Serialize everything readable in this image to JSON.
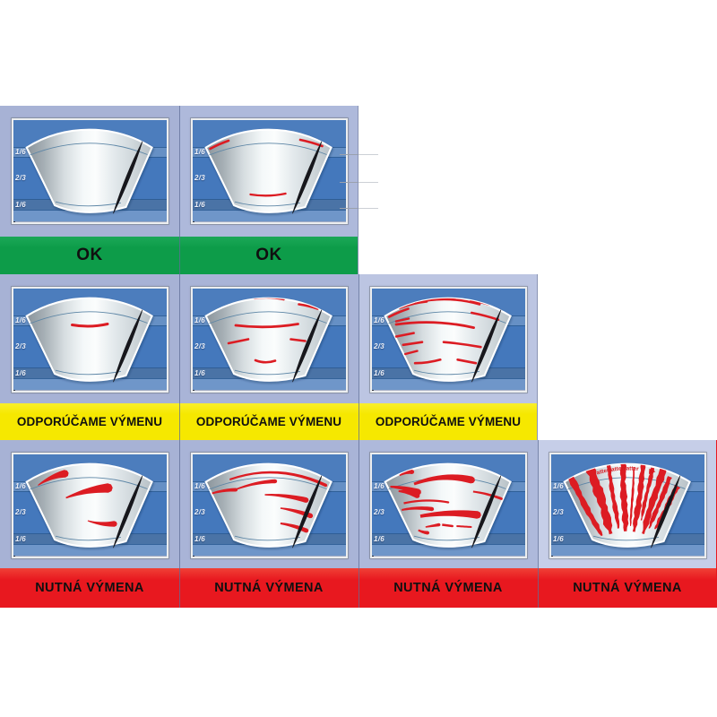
{
  "labels": {
    "ok": "OK",
    "warn": "ODPORÚČAME VÝMENU",
    "bad": "NUTNÁ VÝMENA",
    "zones": [
      "1/6",
      "2/3",
      "1/6"
    ],
    "ratter": "ratterratterratter"
  },
  "colors": {
    "ok_green_top": "#1ca858",
    "ok_green": "#0d9c49",
    "warn_yellow_top": "#f9ef2a",
    "warn_yellow": "#f6e800",
    "bad_red_top": "#f04036",
    "bad_red": "#e8181f",
    "mark_red": "#dc1c23",
    "cell_blue": "#a7b2d5",
    "panel_blue": "#4478bc",
    "band_top": "#4c7dbd",
    "band_zone1": "#6690c5",
    "band_zone2": "#4478bc",
    "band_zone3": "#4a73a6",
    "band_bottom": "#6f96c9",
    "zone_line": "#2a5a92",
    "blade_black": "#17171c",
    "fan_arcline": "#5d86a6",
    "separator": "#5f6e97",
    "edge_line": "#8a94b4",
    "callout_grey": "#9aa1ad"
  },
  "grid": {
    "rows": [
      {
        "status": "ok",
        "label_key": "ok",
        "cells": [
          {
            "tint": "#a7b2d5",
            "marks": []
          },
          {
            "tint": "#aeb9db",
            "callouts": true,
            "marks": [
              {
                "t": "line",
                "p": [
                  34.5,
                  48,
                  55,
                  39
                ],
                "s": -0.5,
                "w": 2.6
              },
              {
                "t": "line",
                "p": [
                  135,
                  38,
                  159.5,
                  45
                ],
                "s": -0.5,
                "w": 2.6
              },
              {
                "t": "line",
                "p": [
                  79.5,
                  99,
                  118.5,
                  98
                ],
                "s": 1.8,
                "w": 2.4
              }
            ]
          }
        ]
      },
      {
        "status": "warn",
        "label_key": "warn",
        "cells": [
          {
            "tint": "#a7b2d5",
            "marks": [
              {
                "t": "line",
                "p": [
                  80.5,
                  56.5,
                  120,
                  55.5
                ],
                "s": 2,
                "w": 3
              }
            ]
          },
          {
            "tint": "#a9b4d7",
            "marks": [
              {
                "t": "line",
                "p": [
                  84,
                  26.8,
                  116.5,
                  28
                ],
                "s": -1.5,
                "w": 2.6
              },
              {
                "t": "line",
                "p": [
                  43.5,
                  36,
                  62,
                  30.5
                ],
                "s": -0.5,
                "w": 2.6
              },
              {
                "t": "line",
                "p": [
                  133.5,
                  33.5,
                  154.5,
                  38.5
                ],
                "s": -0.5,
                "w": 2.6
              },
              {
                "t": "line",
                "p": [
                  63,
                  57,
                  132.5,
                  55.5
                ],
                "s": 2.5,
                "w": 2.8
              },
              {
                "t": "line",
                "p": [
                  55,
                  77,
                  77,
                  72.5
                ],
                "s": 0,
                "w": 2.6
              },
              {
                "t": "line",
                "p": [
                  124.5,
                  72.5,
                  140.5,
                  74.5
                ],
                "s": 0,
                "w": 2.6
              },
              {
                "t": "line",
                "p": [
                  85,
                  96,
                  107,
                  96.5
                ],
                "s": 2,
                "w": 2.6
              }
            ]
          },
          {
            "tint": "#bcc5e2",
            "marks": [
              {
                "t": "line",
                "p": [
                  34.3,
                  47.5,
                  55.5,
                  38.5
                ],
                "s": -0.5,
                "w": 2.6
              },
              {
                "t": "line",
                "p": [
                  42,
                  52.5,
                  56,
                  49.5
                ],
                "s": 0,
                "w": 2.4
              },
              {
                "t": "line",
                "p": [
                  46,
                  37.5,
                  76,
                  30.5
                ],
                "s": -1,
                "w": 2.6
              },
              {
                "t": "line",
                "p": [
                  64,
                  31.5,
                  135,
                  33.5
                ],
                "s": -4.5,
                "w": 2.6
              },
              {
                "t": "line",
                "p": [
                  125.5,
                  29.5,
                  146.5,
                  34
                ],
                "s": -0.5,
                "w": 2.6
              },
              {
                "t": "line",
                "p": [
                  162,
                  39,
                  168.4,
                  43.7
                ],
                "s": 0,
                "w": 2.4
              },
              {
                "t": "line",
                "p": [
                  126.3,
                  43,
                  155.9,
                  50.7
                ],
                "s": -0.5,
                "w": 2.6
              },
              {
                "t": "line",
                "p": [
                  42,
                  56,
                  128.6,
                  59.6
                ],
                "s": -4,
                "w": 2.8
              },
              {
                "t": "line",
                "p": [
                  42,
                  69.5,
                  61.6,
                  65.6
                ],
                "s": 0,
                "w": 2.6
              },
              {
                "t": "line",
                "p": [
                  49.8,
                  78.8,
                  71,
                  75.7
                ],
                "s": 0,
                "w": 2.6
              },
              {
                "t": "line",
                "p": [
                  95,
                  75.7,
                  136.4,
                  81.2
                ],
                "s": -0.5,
                "w": 2.6
              },
              {
                "t": "line",
                "p": [
                  52.2,
                  89,
                  65.5,
                  85.6
                ],
                "s": 0,
                "w": 2.4
              },
              {
                "t": "line",
                "p": [
                  63.1,
                  99.2,
                  91.3,
                  95.3
                ],
                "s": 1,
                "w": 2.6
              },
              {
                "t": "line",
                "p": [
                  110.6,
                  95.3,
                  130.9,
                  99.2
                ],
                "s": 0,
                "w": 2.6
              }
            ]
          }
        ]
      },
      {
        "status": "bad",
        "label_key": "bad",
        "cells": [
          {
            "tint": "#a7b2d5",
            "marks": [
              {
                "t": "comet",
                "p": [
                  42.4,
                  50.5,
                  72.4,
                  37.5
                ],
                "s": -2,
                "w0": 1,
                "w1": 8.5
              },
              {
                "t": "comet",
                "p": [
                  73.6,
                  64.5,
                  120.5,
                  53.5
                ],
                "s": -2,
                "w0": 1.5,
                "w1": 10.5
              },
              {
                "t": "comet",
                "p": [
                  97.9,
                  90,
                  127.5,
                  93.5
                ],
                "s": 1.5,
                "w0": 1,
                "w1": 6.5
              }
            ]
          },
          {
            "tint": "#a9b4d7",
            "marks": [
              {
                "t": "comet",
                "p": [
                  56.3,
                  44,
                  163.5,
                  50.5
                ],
                "s": -11,
                "w0": 2,
                "w1": 3.5
              },
              {
                "t": "comet",
                "p": [
                  62,
                  55.5,
                  107,
                  46
                ],
                "s": -2,
                "w0": 1.5,
                "w1": 4.5
              },
              {
                "t": "comet",
                "p": [
                  36.6,
                  59.5,
                  63.2,
                  55.5
                ],
                "s": -1,
                "w0": 2,
                "w1": 4
              },
              {
                "t": "comet",
                "p": [
                  95.5,
                  61,
                  141.5,
                  67
                ],
                "s": -1.5,
                "w0": 1.5,
                "w1": 6
              },
              {
                "t": "comet",
                "p": [
                  112.9,
                  76,
                  146.5,
                  84.5
                ],
                "s": -1,
                "w0": 1.5,
                "w1": 5.5
              },
              {
                "t": "comet",
                "p": [
                  112.9,
                  93,
                  141.8,
                  101
                ],
                "s": -1,
                "w0": 2,
                "w1": 5
              }
            ]
          },
          {
            "tint": "#aeb9db",
            "marks": [
              {
                "t": "comet",
                "p": [
                  45.8,
                  39.5,
                  59.7,
                  35.5
                ],
                "s": -1,
                "w0": 1.5,
                "w1": 5
              },
              {
                "t": "comet",
                "p": [
                  62,
                  49,
                  126,
                  44.5
                ],
                "s": -5,
                "w0": 3,
                "w1": 8
              },
              {
                "t": "comet",
                "p": [
                  35.5,
                  52,
                  66.5,
                  58
                ],
                "s": -1,
                "w0": 2,
                "w1": 7
              },
              {
                "t": "comet",
                "p": [
                  44.7,
                  57,
                  65.5,
                  62
                ],
                "s": -1,
                "w0": 2,
                "w1": 6
              },
              {
                "t": "comet",
                "p": [
                  127.9,
                  57.5,
                  159.5,
                  65.5
                ],
                "s": -1,
                "w0": 2,
                "w1": 3
              },
              {
                "t": "comet",
                "p": [
                  50.5,
                  70.5,
                  100.2,
                  69.5
                ],
                "s": -2.5,
                "w0": 2.2,
                "w1": 2.2
              },
              {
                "t": "comet",
                "p": [
                  48.2,
                  78,
                  82,
                  77
                ],
                "s": -1.5,
                "w0": 2,
                "w1": 4.5
              },
              {
                "t": "comet",
                "p": [
                  69,
                  85,
                  132.6,
                  83.5
                ],
                "s": -2.5,
                "w0": 3.5,
                "w1": 8.5
              },
              {
                "t": "comet",
                "p": [
                  74.8,
                  97,
                  89.8,
                  94.5
                ],
                "s": 0,
                "w0": 1.5,
                "w1": 3.5
              },
              {
                "t": "comet",
                "p": [
                  93.3,
                  94.5,
                  104.8,
                  96
                ],
                "s": 0,
                "w0": 2.5,
                "w1": 2.5
              },
              {
                "t": "comet",
                "p": [
                  66.7,
                  100.5,
                  77.1,
                  103.5
                ],
                "s": 0.5,
                "w0": 2,
                "w1": 4
              },
              {
                "t": "comet",
                "p": [
                  109.4,
                  96,
                  125.6,
                  97
                ],
                "s": 0,
                "w0": 2,
                "w1": 2
              }
            ]
          },
          {
            "tint": "#c6cee8",
            "red_edge": true,
            "ratter": true,
            "marks": [
              {
                "t": "chatter",
                "a": -28.2,
                "r0": 135,
                "r1": 60,
                "w": 6.5,
                "f": 1.3,
                "ph": 0.5
              },
              {
                "t": "chatter",
                "a": -17.5,
                "r0": 135,
                "r1": 58,
                "w": 10,
                "f": 1.1,
                "ph": 2.1
              },
              {
                "t": "chatter",
                "a": -9,
                "r0": 135,
                "r1": 62,
                "w": 6,
                "f": 1.6,
                "ph": 4.0,
                "tp": 0.55
              },
              {
                "t": "chatter",
                "a": -2,
                "r0": 135,
                "r1": 58,
                "w": 8.5,
                "f": 1.2,
                "ph": 1.0,
                "tp": 0.5
              },
              {
                "t": "chatter",
                "a": 3.5,
                "r0": 130,
                "r1": 64,
                "w": 3.2,
                "f": 0.8,
                "ph": 2.6,
                "tp": 0.6
              },
              {
                "t": "chatter",
                "a": 8,
                "r0": 135,
                "r1": 58,
                "w": 7.5,
                "f": 1.4,
                "ph": 5.2,
                "tp": 0.45
              },
              {
                "t": "chatter",
                "a": 12.5,
                "r0": 132,
                "r1": 72,
                "w": 4,
                "f": 1.0,
                "ph": 0.2
              },
              {
                "t": "chatter",
                "a": 17.5,
                "r0": 135,
                "r1": 58,
                "w": 7,
                "f": 1.5,
                "ph": 3.4
              },
              {
                "t": "chatter",
                "a": 22,
                "r0": 128,
                "r1": 66,
                "w": 5,
                "f": 1.1,
                "ph": 5.8
              },
              {
                "t": "chatter",
                "a": 27.5,
                "r0": 122,
                "r1": 68,
                "w": 5.5,
                "f": 1.3,
                "ph": 1.7
              }
            ]
          }
        ]
      }
    ]
  }
}
